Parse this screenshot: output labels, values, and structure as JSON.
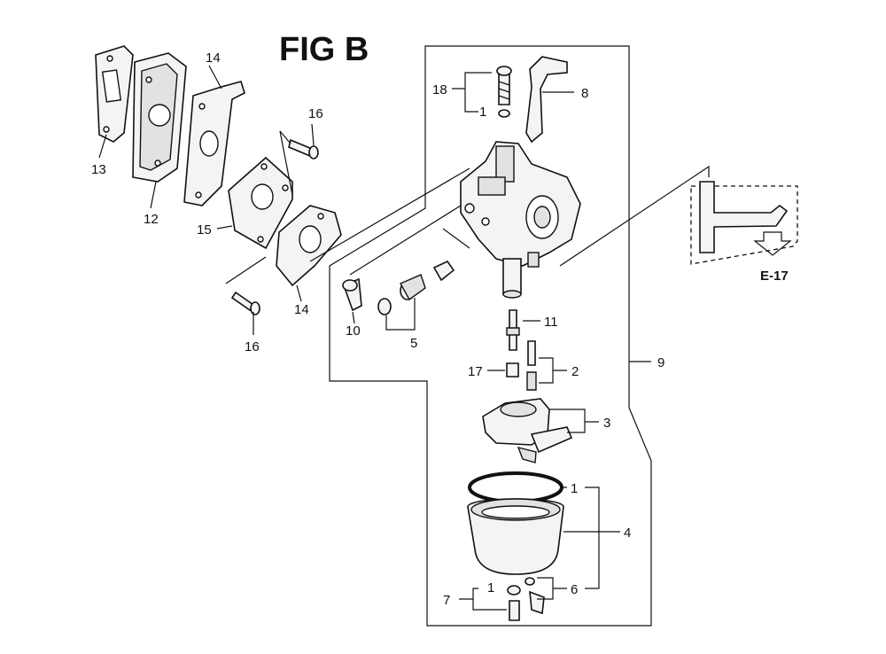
{
  "figure": {
    "title": "FIG B",
    "reference": "E-17"
  },
  "callouts": {
    "c1a": "1",
    "c1b": "1",
    "c1c": "1",
    "c2": "2",
    "c3": "3",
    "c4": "4",
    "c5": "5",
    "c6": "6",
    "c7": "7",
    "c8": "8",
    "c9": "9",
    "c10": "10",
    "c11": "11",
    "c12": "12",
    "c13": "13",
    "c14a": "14",
    "c14b": "14",
    "c15": "15",
    "c16a": "16",
    "c16b": "16",
    "c17": "17",
    "c18": "18"
  }
}
